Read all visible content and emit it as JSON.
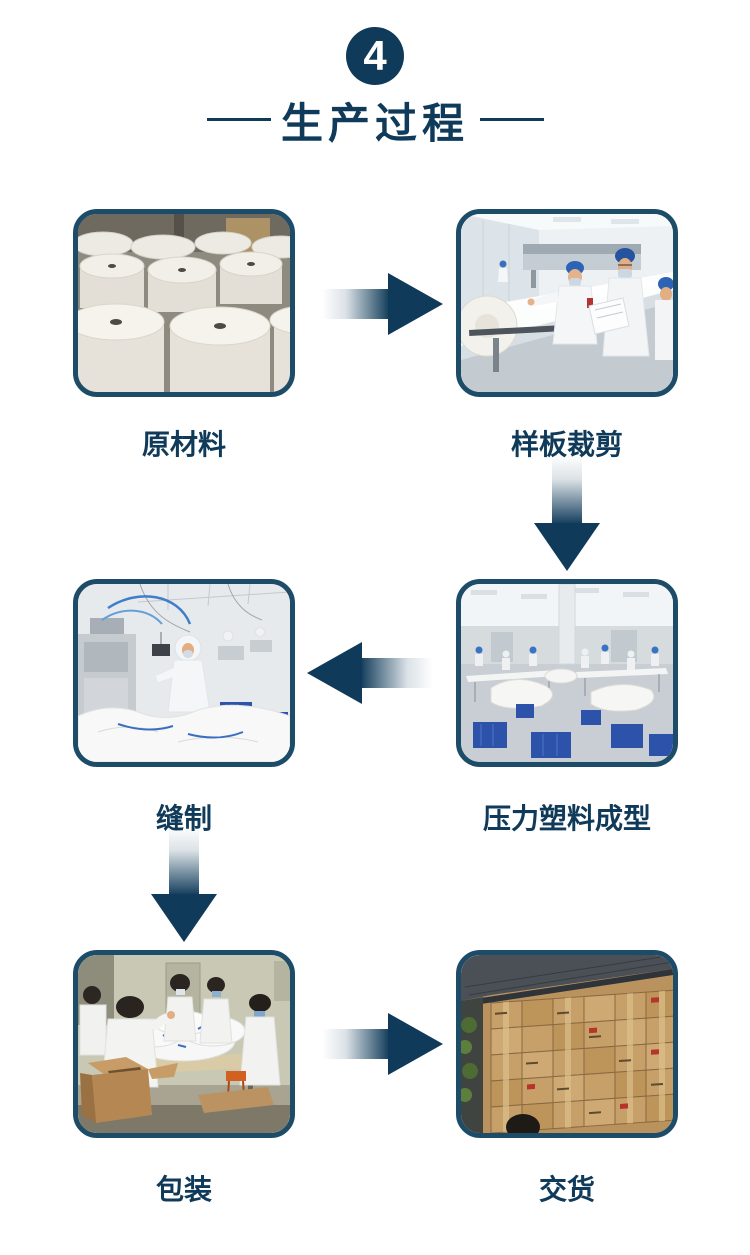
{
  "header": {
    "step_number": "4",
    "title": "生产过程"
  },
  "steps": [
    {
      "id": "raw-materials",
      "label": "原材料",
      "position": "row1-left"
    },
    {
      "id": "sample-cutting",
      "label": "样板裁剪",
      "position": "row1-right"
    },
    {
      "id": "pressure-molding",
      "label": "压力塑料成型",
      "position": "row2-right"
    },
    {
      "id": "sewing",
      "label": "缝制",
      "position": "row2-left"
    },
    {
      "id": "packaging",
      "label": "包装",
      "position": "row3-left"
    },
    {
      "id": "delivery",
      "label": "交货",
      "position": "row3-right"
    }
  ],
  "flow": [
    {
      "from": "原材料",
      "to": "样板裁剪",
      "direction": "right",
      "icon": "gradient-arrow-right-icon"
    },
    {
      "from": "样板裁剪",
      "to": "压力塑料成型",
      "direction": "down",
      "icon": "gradient-arrow-down-icon"
    },
    {
      "from": "压力塑料成型",
      "to": "缝制",
      "direction": "left",
      "icon": "gradient-arrow-left-icon"
    },
    {
      "from": "缝制",
      "to": "包装",
      "direction": "down",
      "icon": "gradient-arrow-down-icon"
    },
    {
      "from": "包装",
      "to": "交货",
      "direction": "right",
      "icon": "gradient-arrow-right-icon"
    }
  ],
  "colors": {
    "accent_navy": "#0f3a59",
    "photo_border": "#1d4c68",
    "background": "#ffffff"
  }
}
